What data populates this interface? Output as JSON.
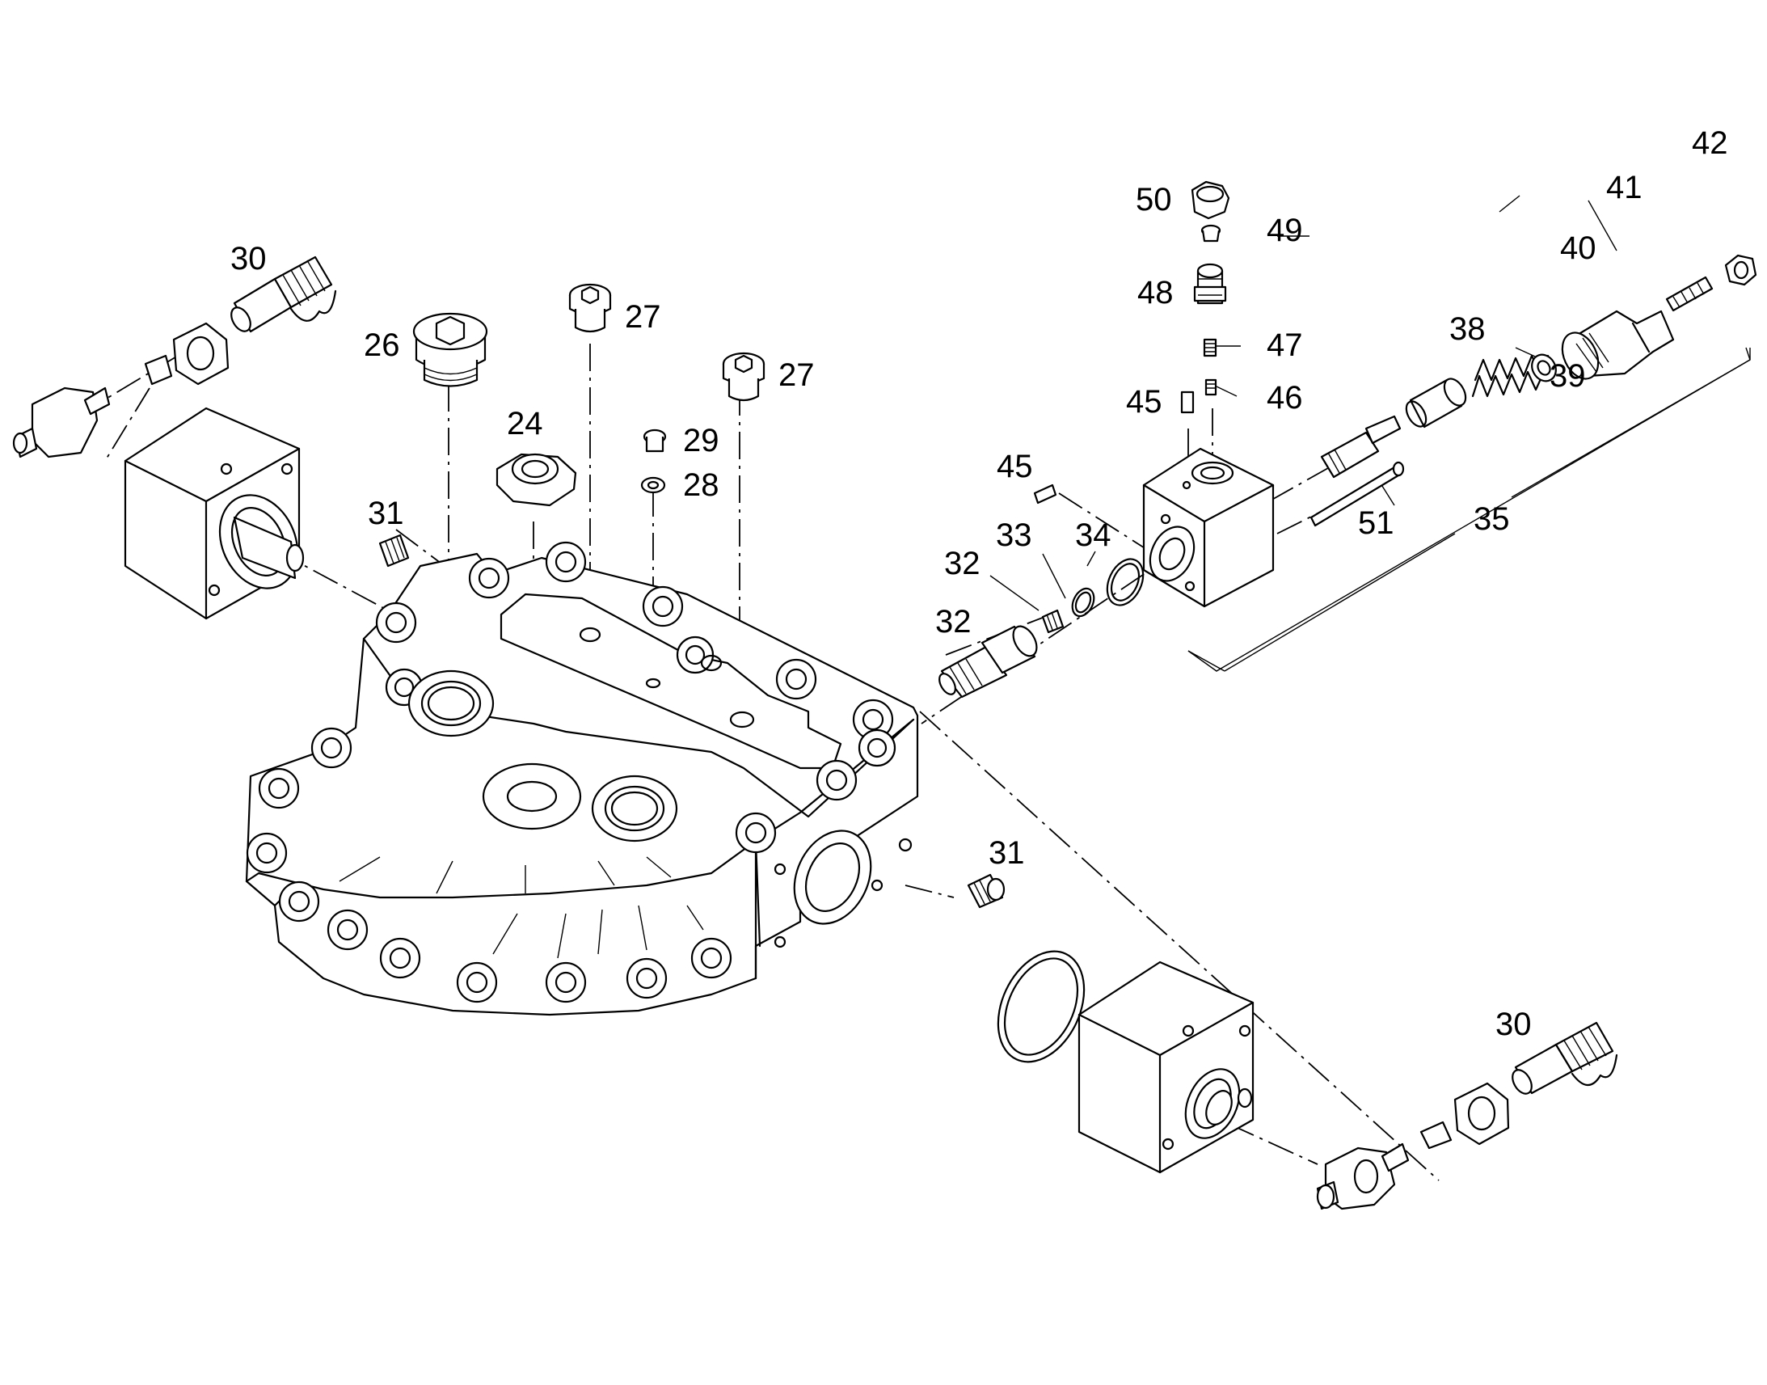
{
  "diagram": {
    "labels": {
      "l30a": "30",
      "l26": "26",
      "l27a": "27",
      "l27b": "27",
      "l24": "24",
      "l29": "29",
      "l28": "28",
      "l31a": "31",
      "l31b": "31",
      "l50": "50",
      "l49": "49",
      "l48": "48",
      "l47": "47",
      "l46": "46",
      "l45a": "45",
      "l45b": "45",
      "l33": "33",
      "l34": "34",
      "l32a": "32",
      "l32b": "32",
      "l51": "51",
      "l35": "35",
      "l38": "38",
      "l39": "39",
      "l40": "40",
      "l41": "41",
      "l42": "42",
      "l30b": "30"
    }
  }
}
